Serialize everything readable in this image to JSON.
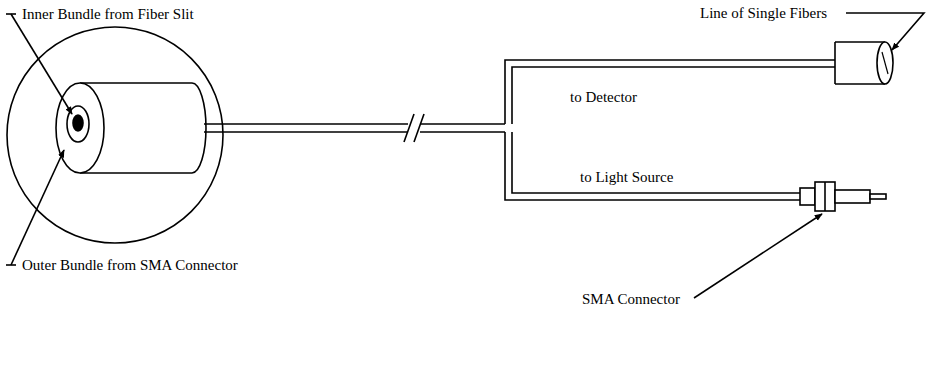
{
  "diagram": {
    "labels": [
      "Inner Bundle from Fiber Slit",
      "Outer Bundle from SMA Connector",
      "Line of Single Fibers",
      "to Detector",
      "to Light Source",
      "SMA Connector"
    ]
  }
}
